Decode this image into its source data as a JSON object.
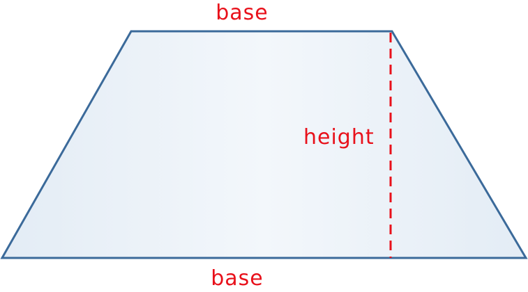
{
  "labels": {
    "top_base": "base",
    "bottom_base": "base",
    "height": "height"
  },
  "colors": {
    "outline": "#3b6a9a",
    "fill_light": "#f3f7fb",
    "fill_dark": "#e3ecf5",
    "label": "#e8111b",
    "height_line": "#e8111b"
  }
}
